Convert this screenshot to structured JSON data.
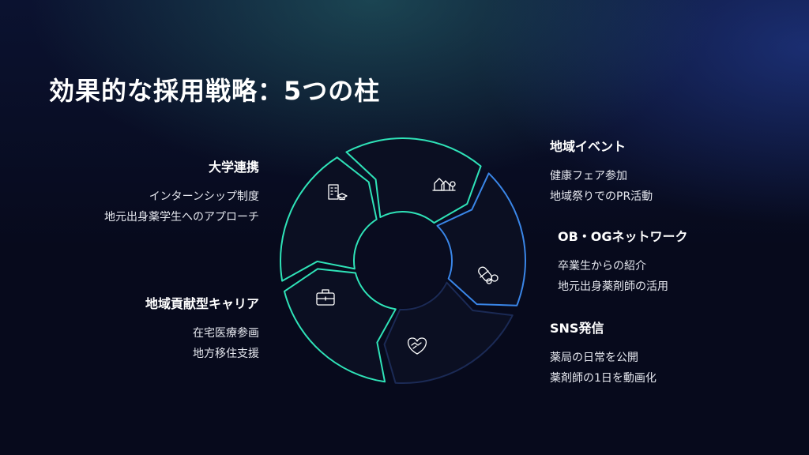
{
  "slide": {
    "title": "効果的な採用戦略：5つの柱"
  },
  "pillars": [
    {
      "id": "university",
      "heading": "大学連携",
      "lines": [
        "インターンシップ制度",
        "地元出身薬学生へのアプローチ"
      ],
      "icon": "school-building-icon"
    },
    {
      "id": "event",
      "heading": "地域イベント",
      "lines": [
        "健康フェア参加",
        "地域祭りでのPR活動"
      ],
      "icon": "community-houses-icon"
    },
    {
      "id": "obog",
      "heading": "OB・OGネットワーク",
      "lines": [
        "卒業生からの紹介",
        "地元出身薬剤師の活用"
      ],
      "icon": "pills-icon"
    },
    {
      "id": "sns",
      "heading": "SNS発信",
      "lines": [
        "薬局の日常を公開",
        "薬剤師の1日を動画化"
      ],
      "icon": "heart-handshake-icon"
    },
    {
      "id": "career",
      "heading": "地域貢献型キャリア",
      "lines": [
        "在宅医療参画",
        "地方移住支援"
      ],
      "icon": "briefcase-icon"
    }
  ],
  "colors": {
    "teal": "#2fe3b8",
    "blue": "#3a86e8",
    "segment_fill": "#0b0f22"
  }
}
